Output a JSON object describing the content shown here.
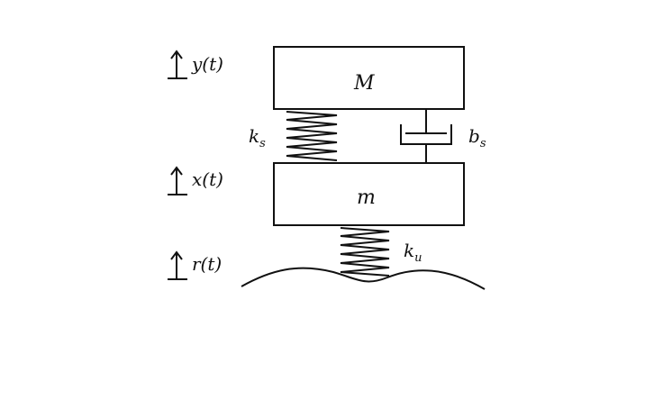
{
  "diagram": {
    "sprung_mass_label": "M",
    "unsprung_mass_label": "m",
    "suspension_spring_label": "k",
    "suspension_spring_sub": "s",
    "damper_label": "b",
    "damper_sub": "s",
    "tire_spring_label": "k",
    "tire_spring_sub": "u",
    "displacements": {
      "sprung": "y(t)",
      "unsprung": "x(t)",
      "road": "r(t)"
    }
  }
}
